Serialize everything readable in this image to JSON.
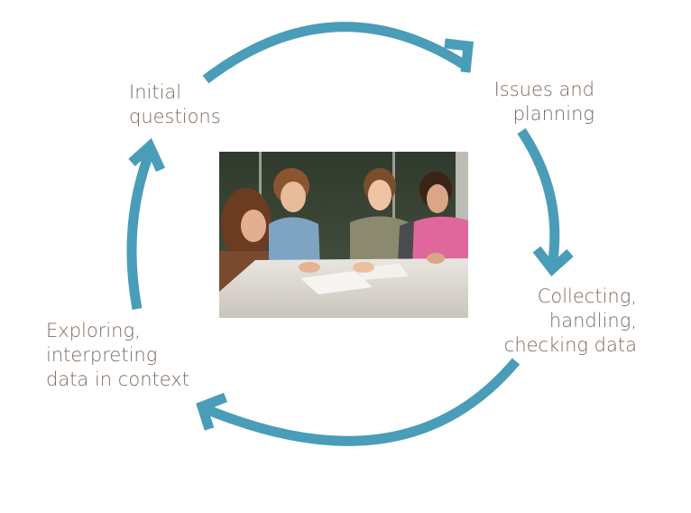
{
  "title": "Data investigation cycle",
  "accent_color": "#4a9db8",
  "text_color": "#7b6b5f",
  "stages": [
    {
      "lines": [
        "Initial",
        "questions"
      ]
    },
    {
      "lines": [
        "Issues and",
        "planning"
      ]
    },
    {
      "lines": [
        "Collecting,",
        "handling,",
        "checking data"
      ]
    },
    {
      "lines": [
        "Exploring,",
        "interpreting",
        "data in context"
      ]
    }
  ],
  "photo": {
    "subject": "students-working-at-table"
  }
}
